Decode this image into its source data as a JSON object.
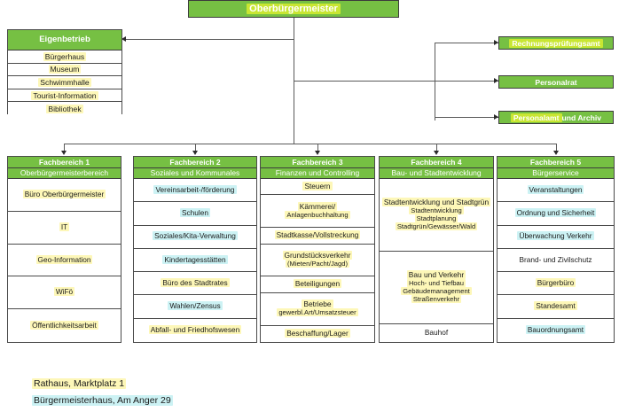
{
  "chart_data": {
    "type": "diagram",
    "title": "Organigramm Stadtverwaltung",
    "layout": "hierarchical org chart"
  },
  "top": {
    "label": "Oberbürgermeister",
    "highlight": "yellow-green"
  },
  "eigenbetrieb": {
    "header": "Eigenbetrieb",
    "items": [
      {
        "label": "Bürgerhaus",
        "highlight": "yellow"
      },
      {
        "label": "Museum",
        "highlight": "yellow"
      },
      {
        "label": "Schwimmhalle",
        "highlight": "yellow"
      },
      {
        "label": "Tourist-Information",
        "highlight": "yellow"
      },
      {
        "label": "Bibliothek",
        "highlight": "yellow"
      }
    ]
  },
  "staff_units": [
    {
      "label": "Rechnungsprüfungsamt",
      "highlight": "yellow-green"
    },
    {
      "label": "Personalrat",
      "highlight": "none"
    },
    {
      "label_highlighted": "Personalamt",
      "label_plain": " und Archiv",
      "highlight": "yellow-green"
    }
  ],
  "departments": [
    {
      "number": "Fachbereich 1",
      "name": "Oberbürgermeisterbereich",
      "items": [
        {
          "lines": [
            "Büro Oberbürgermeister"
          ],
          "highlight": "yellow"
        },
        {
          "lines": [
            "IT"
          ],
          "highlight": "yellow"
        },
        {
          "lines": [
            "Geo-Information"
          ],
          "highlight": "yellow"
        },
        {
          "lines": [
            "WiFö"
          ],
          "highlight": "yellow"
        },
        {
          "lines": [
            "Öffentlichkeitsarbeit"
          ],
          "highlight": "yellow"
        }
      ]
    },
    {
      "number": "Fachbereich 2",
      "name": "Soziales und Kommunales",
      "items": [
        {
          "lines": [
            "Vereinsarbeit-/förderung"
          ],
          "highlight": "cyan"
        },
        {
          "lines": [
            "Schulen"
          ],
          "highlight": "cyan"
        },
        {
          "lines": [
            "Soziales/Kita-Verwaltung"
          ],
          "highlight": "cyan"
        },
        {
          "lines": [
            "Kindertagesstätten"
          ],
          "highlight": "cyan"
        },
        {
          "lines": [
            "Büro des Stadtrates"
          ],
          "highlight": "yellow"
        },
        {
          "lines": [
            "Wahlen/Zensus"
          ],
          "highlight": "cyan"
        },
        {
          "lines": [
            "Abfall- und Friedhofswesen"
          ],
          "highlight": "yellow"
        }
      ]
    },
    {
      "number": "Fachbereich 3",
      "name": "Finanzen und Controlling",
      "items": [
        {
          "lines": [
            "Steuern"
          ],
          "highlight": "yellow"
        },
        {
          "lines": [
            "Kämmerei/",
            "Anlagenbuchhaltung"
          ],
          "highlight": "yellow"
        },
        {
          "lines": [
            "Stadtkasse/Vollstreckung"
          ],
          "highlight": "yellow"
        },
        {
          "lines": [
            "Grundstücksverkehr",
            "(Mieten/Pacht/Jagd)"
          ],
          "highlight": "yellow"
        },
        {
          "lines": [
            "Beteiligungen"
          ],
          "highlight": "yellow"
        },
        {
          "lines": [
            "Betriebe",
            "gewerbl.Art/Umsatzsteuer"
          ],
          "highlight": "yellow"
        },
        {
          "lines": [
            "Beschaffung/Lager"
          ],
          "highlight": "yellow"
        }
      ]
    },
    {
      "number": "Fachbereich 4",
      "name": "Bau- und Stadtentwicklung",
      "items": [
        {
          "lines": [
            "Stadtentwicklung und Stadtgrün",
            "Stadtentwicklung",
            "Stadtplanung",
            "Stadtgrün/Gewässer/Wald"
          ],
          "highlight": "yellow"
        },
        {
          "lines": [
            "Bau und Verkehr",
            "Hoch- und Tiefbau",
            "Gebäudemanagement",
            "Straßenverkehr"
          ],
          "highlight": "yellow"
        },
        {
          "lines": [
            "Bauhof"
          ],
          "highlight": "none"
        }
      ]
    },
    {
      "number": "Fachbereich 5",
      "name": "Bürgerservice",
      "items": [
        {
          "lines": [
            "Veranstaltungen"
          ],
          "highlight": "cyan"
        },
        {
          "lines": [
            "Ordnung und Sicherheit"
          ],
          "highlight": "cyan"
        },
        {
          "lines": [
            "Überwachung  Verkehr"
          ],
          "highlight": "cyan"
        },
        {
          "lines": [
            "Brand- und Zivilschutz"
          ],
          "highlight": "none"
        },
        {
          "lines": [
            "Bürgerbüro"
          ],
          "highlight": "yellow"
        },
        {
          "lines": [
            "Standesamt"
          ],
          "highlight": "yellow"
        },
        {
          "lines": [
            "Bauordnungsamt"
          ],
          "highlight": "cyan"
        }
      ]
    }
  ],
  "legend": [
    {
      "label": "Rathaus, Marktplatz 1",
      "highlight": "yellow"
    },
    {
      "label": "Bürgermeisterhaus, Am Anger 29",
      "highlight": "cyan"
    }
  ],
  "colors": {
    "green": "#76c043",
    "yellow_highlight": "#fdf7b8",
    "cyan_highlight": "#ccf2f4",
    "yellow_green_highlight": "#c8e632",
    "line": "#5a5a5a"
  }
}
